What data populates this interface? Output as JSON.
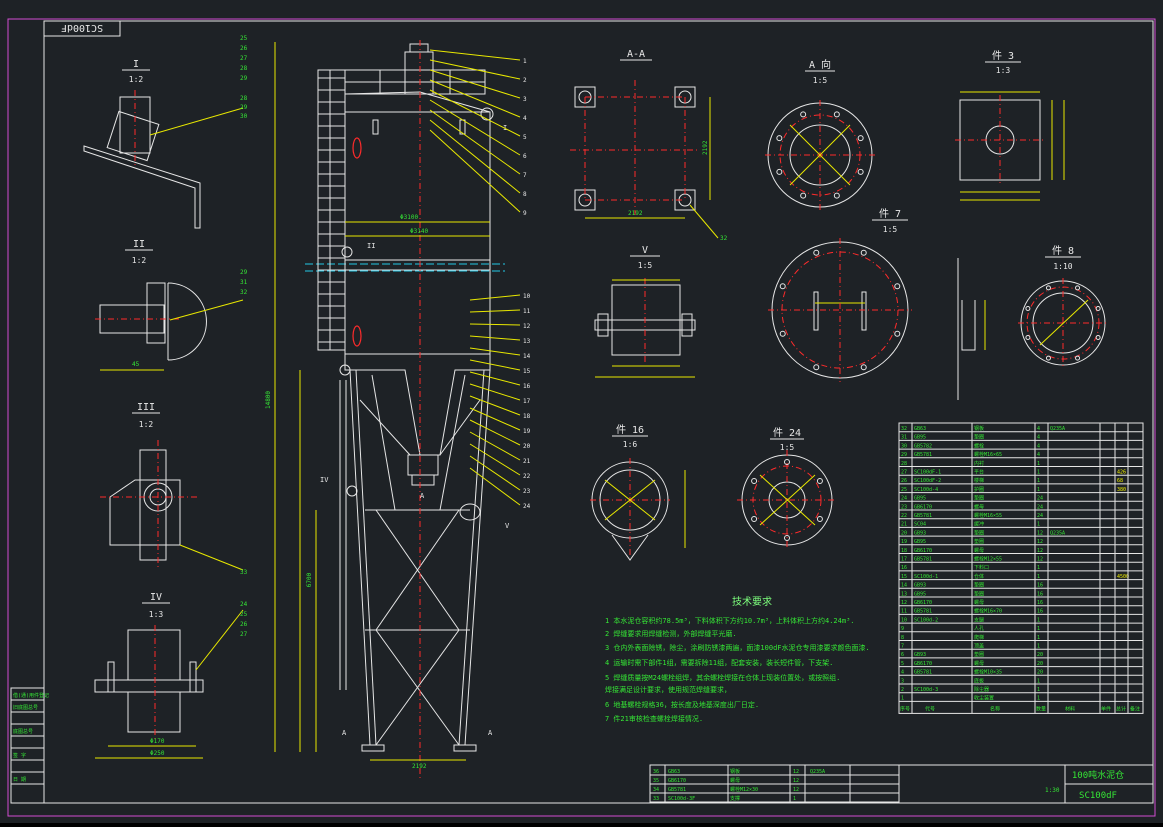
{
  "drawing": {
    "stamp": "SC100dF",
    "drawing_code": "SC100dF",
    "drawing_title": "100吨水泥仓",
    "scale_text": "1:30"
  },
  "views": {
    "detail_1": {
      "title": "I",
      "scale": "1:2"
    },
    "detail_2": {
      "title": "II",
      "scale": "1:2"
    },
    "detail_3": {
      "title": "III",
      "scale": "1:2"
    },
    "detail_4": {
      "title": "IV",
      "scale": "1:3"
    },
    "section_aa": {
      "title": "A-A"
    },
    "view_a": {
      "title": "A 向",
      "scale": "1:5"
    },
    "part_3": {
      "title": "件 3",
      "scale": "1:3"
    },
    "part_7": {
      "title": "件 7",
      "scale": "1:5"
    },
    "part_8": {
      "title": "件 8",
      "scale": "1:10"
    },
    "view_v": {
      "title": "V",
      "scale": "1:5"
    },
    "part_16": {
      "title": "件 16",
      "scale": "1:6"
    },
    "part_24": {
      "title": "件 24",
      "scale": "1:5"
    }
  },
  "main_view": {
    "balloons_top": [
      "1",
      "2",
      "3",
      "4",
      "5",
      "6",
      "7",
      "8",
      "9"
    ],
    "balloons_mid": [
      "10",
      "11",
      "12",
      "13",
      "14",
      "15",
      "16",
      "17",
      "18",
      "19",
      "20",
      "21",
      "22",
      "23",
      "24"
    ],
    "balloons_bot": [
      "25",
      "26",
      "27",
      "28",
      "29"
    ],
    "dims": {
      "total_height": "14800",
      "leg_height": "6700",
      "dia_inner": "Φ3100",
      "dia_outer": "Φ3140",
      "width_base": "2192",
      "dims_aa_w": "2192",
      "dims_aa_h": "2192"
    },
    "markers": [
      "I",
      "II",
      "III",
      "IV",
      "V",
      "A",
      "A",
      "A"
    ]
  },
  "tech_requirements": {
    "title": "技术要求",
    "lines": [
      "1  本水泥仓容积约78.5m³，下料体积下方约10.7m³，上料体积上方约4.24m³.",
      "2  焊缝要求用焊缝检测，外部焊缝平光磨.",
      "3  仓内外表面除锈，除尘，涂刷防锈漆两遍，面漆100dF水泥仓专用漆要求颜色面漆.",
      "4  运输时需下部件1组，需要拆除11组，配套安装，装长短件管，下支架.",
      "5  焊缝质量按M24螺栓组焊，其余螺栓焊接在仓体上现装位置处，或按照组.",
      "    焊接满足设计要求，使用规范焊缝要求，",
      "6  地基螺栓规格36，按长度及地基深度出厂日定.",
      "7  件21审核检查螺栓焊接情况."
    ]
  },
  "bom": {
    "headers": [
      "序号",
      "代号",
      "名称",
      "数量",
      "材料",
      "单件",
      "总计",
      "备注"
    ],
    "rows": [
      [
        "32",
        "GB63",
        "钢板",
        "4",
        "Q235A",
        ""
      ],
      [
        "31",
        "GB95",
        "垫圈",
        "4",
        "",
        ""
      ],
      [
        "30",
        "GB5782",
        "螺栓",
        "4",
        "",
        ""
      ],
      [
        "29",
        "GB5781",
        "螺栓M16×65",
        "4",
        "",
        ""
      ],
      [
        "28",
        "",
        "内衬",
        "1",
        "",
        ""
      ],
      [
        "27",
        "SC100dF-1",
        "平台",
        "1",
        "",
        "426"
      ],
      [
        "26",
        "SC100dF-2",
        "楼梯",
        "1",
        "",
        "68"
      ],
      [
        "25",
        "SC100d-4",
        "护圈",
        "1",
        "",
        "380"
      ],
      [
        "24",
        "GB95",
        "垫圈",
        "24",
        "",
        ""
      ],
      [
        "23",
        "GB6170",
        "螺母",
        "24",
        "",
        ""
      ],
      [
        "22",
        "GB5781",
        "螺栓M16×55",
        "24",
        "",
        ""
      ],
      [
        "21",
        "SC04",
        "缓冲",
        "1",
        "",
        ""
      ],
      [
        "20",
        "GB93",
        "垫圈",
        "12",
        "Q235A",
        ""
      ],
      [
        "19",
        "GB95",
        "垫圈",
        "12",
        "",
        ""
      ],
      [
        "18",
        "GB6170",
        "螺母",
        "12",
        "",
        ""
      ],
      [
        "17",
        "GB5781",
        "螺栓M12×55",
        "12",
        "",
        ""
      ],
      [
        "16",
        "",
        "下料口",
        "1",
        "",
        ""
      ],
      [
        "15",
        "SC100d-1",
        "仓体",
        "1",
        "",
        "4500"
      ],
      [
        "14",
        "GB93",
        "垫圈",
        "16",
        "",
        ""
      ],
      [
        "13",
        "GB95",
        "垫圈",
        "16",
        "",
        ""
      ],
      [
        "12",
        "GB6170",
        "螺母",
        "16",
        "",
        ""
      ],
      [
        "11",
        "GB5781",
        "螺栓M16×70",
        "16",
        "",
        ""
      ],
      [
        "10",
        "SC100d-2",
        "支腿",
        "1",
        "",
        ""
      ],
      [
        "9",
        "",
        "人孔",
        "1",
        "",
        ""
      ],
      [
        "8",
        "",
        "爬梯",
        "1",
        "",
        ""
      ],
      [
        "7",
        "",
        "顶盖",
        "1",
        "",
        ""
      ],
      [
        "6",
        "GB93",
        "垫圈",
        "20",
        "",
        ""
      ],
      [
        "5",
        "GB6170",
        "螺母",
        "20",
        "",
        ""
      ],
      [
        "4",
        "GB5781",
        "螺栓M10×35",
        "20",
        "",
        ""
      ],
      [
        "3",
        "",
        "底板",
        "1",
        "",
        ""
      ],
      [
        "2",
        "SC100d-3",
        "除尘器",
        "1",
        "",
        ""
      ],
      [
        "1",
        "",
        "收尘装置",
        "1",
        "",
        ""
      ]
    ]
  },
  "title_block_rows": [
    [
      "36",
      "GB63",
      "钢板",
      "12",
      "Q235A"
    ],
    [
      "35",
      "GB6170",
      "螺母",
      "12",
      ""
    ],
    [
      "34",
      "GB5781",
      "螺栓M12×30",
      "12",
      ""
    ],
    [
      "33",
      "SC100d-3F",
      "支撑",
      "1",
      ""
    ]
  ],
  "left_side_block": [
    "借(通)用件登记",
    "旧底图总号",
    "",
    "底图总号",
    "",
    "签 字",
    "",
    "日 期",
    ""
  ],
  "colors": {
    "background": "#1e2226",
    "border": "#d24cd2",
    "outline": "#e6e6e6",
    "text_green": "#35e635",
    "center_line": "#ff2b2b",
    "dim_line": "#e8e800",
    "accent_cyan": "#22c8e6"
  }
}
